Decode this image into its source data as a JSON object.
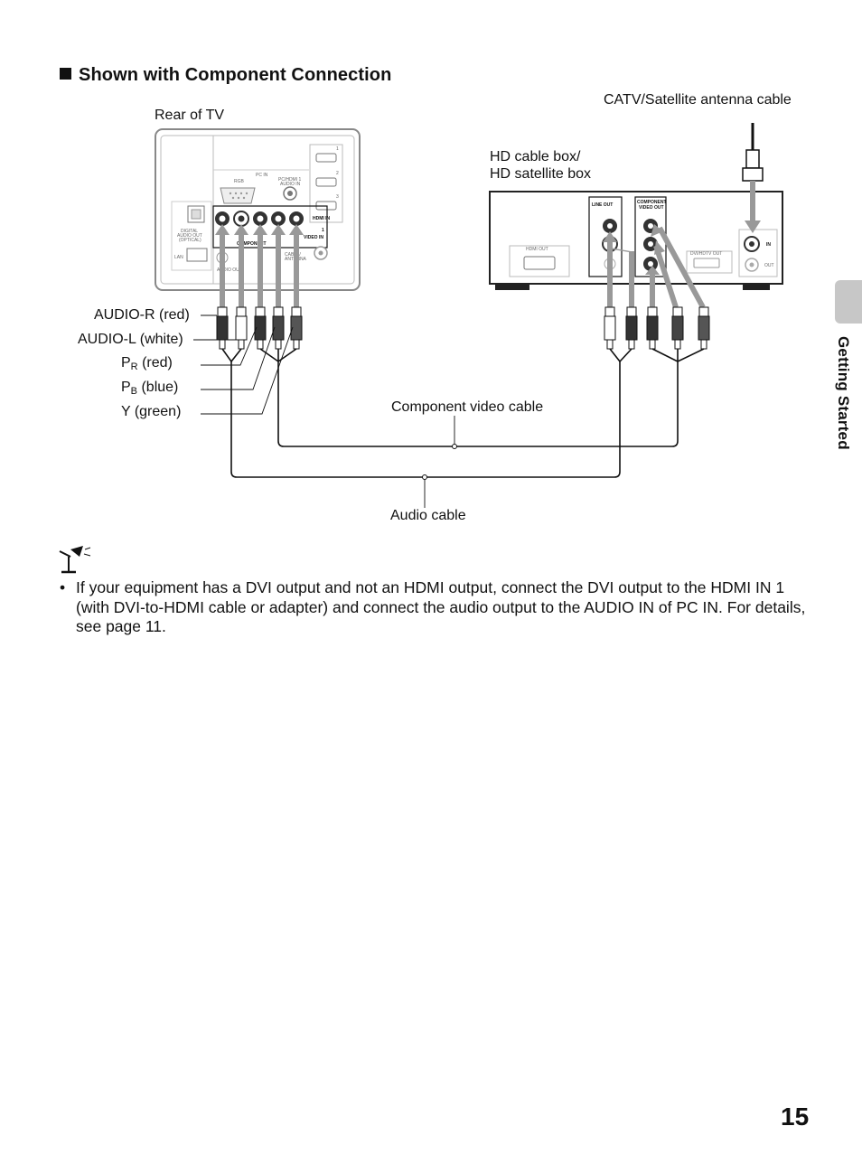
{
  "section": {
    "heading": "Shown with Component Connection"
  },
  "diagram": {
    "rear_of_tv": "Rear of TV",
    "antenna_cable": "CATV/Satellite antenna cable",
    "hd_box_line1": "HD cable box/",
    "hd_box_line2": "HD satellite box",
    "audio_r": "AUDIO-R (red)",
    "audio_l": "AUDIO-L (white)",
    "pr_letter": "P",
    "pr_sub": "R",
    "pr_color": " (red)",
    "pb_letter": "P",
    "pb_sub": "B",
    "pb_color": " (blue)",
    "y_green": "Y (green)",
    "component_cable": "Component video cable",
    "audio_cable": "Audio cable",
    "tv_panel": {
      "pc_in": "PC IN",
      "rgb": "RGB",
      "pc_hdmi_audio": "PC/HDMI 1",
      "audio_in": "AUDIO IN",
      "digital": "DIGITAL",
      "audio_out": "AUDIO OUT",
      "optical": "(OPTICAL)",
      "lan": "LAN",
      "audio_out2": "AUDIO OUT",
      "cable_antenna": "CABLE/",
      "antenna": "ANTENNA",
      "component": "COMPONENT",
      "video_in": "VIDEO IN",
      "hdmi_in": "HDMI IN"
    },
    "box_panel": {
      "hdmi_out": "HDMI OUT",
      "line_out": "LINE OUT",
      "component_video_out_1": "COMPONENT",
      "component_video_out_2": "VIDEO OUT",
      "dvi_hdtv_out": "DVI/HDTV OUT",
      "in": "IN",
      "out": "OUT"
    }
  },
  "sidebar": {
    "tab_label": "Getting Started"
  },
  "note": {
    "icon": "note-lamp-icon",
    "bullet": "•",
    "text": "If your equipment has a DVI output and not an HDMI output, connect the DVI output to the HDMI IN 1 (with DVI-to-HDMI cable or adapter) and connect the audio output to the AUDIO IN of PC IN. For details, see page 11."
  },
  "page": {
    "number": "15"
  }
}
